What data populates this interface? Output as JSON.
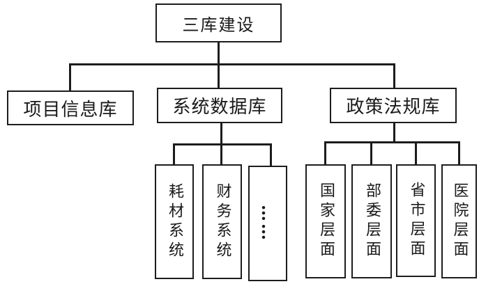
{
  "diagram": {
    "type": "hierarchy-block-diagram",
    "colors": {
      "line": "#1c1c1c",
      "background": "#ffffff",
      "text": "#1a1a1a"
    },
    "root": {
      "label": "三库建设"
    },
    "level2": [
      {
        "label": "项目信息库"
      },
      {
        "label": "系统数据库"
      },
      {
        "label": "政策法规库"
      }
    ],
    "system_db_children": [
      {
        "label": "耗材系统"
      },
      {
        "label": "财务系统"
      },
      {
        "label": "……"
      }
    ],
    "policy_db_children": [
      {
        "label": "国家层面"
      },
      {
        "label": "部委层面"
      },
      {
        "label": "省市层面"
      },
      {
        "label": "医院层面"
      }
    ]
  }
}
